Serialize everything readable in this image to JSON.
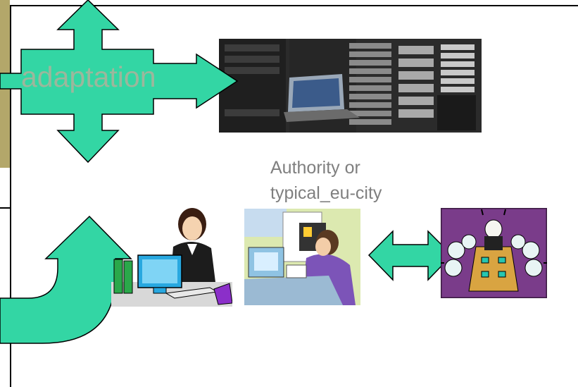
{
  "labels": {
    "adaptation": "adaptation",
    "authority_line1": "Authority or",
    "authority_line2": "typical_eu-city"
  },
  "colors": {
    "arrow_fill": "#33d6a4",
    "outline": "#000000",
    "label_gray": "#7f7f7f",
    "sidebar_olive": "#b3a76a"
  },
  "icons": [
    "server-rack-image",
    "office-worker-clipart",
    "phone-caller-clipart",
    "meeting-clipart"
  ]
}
